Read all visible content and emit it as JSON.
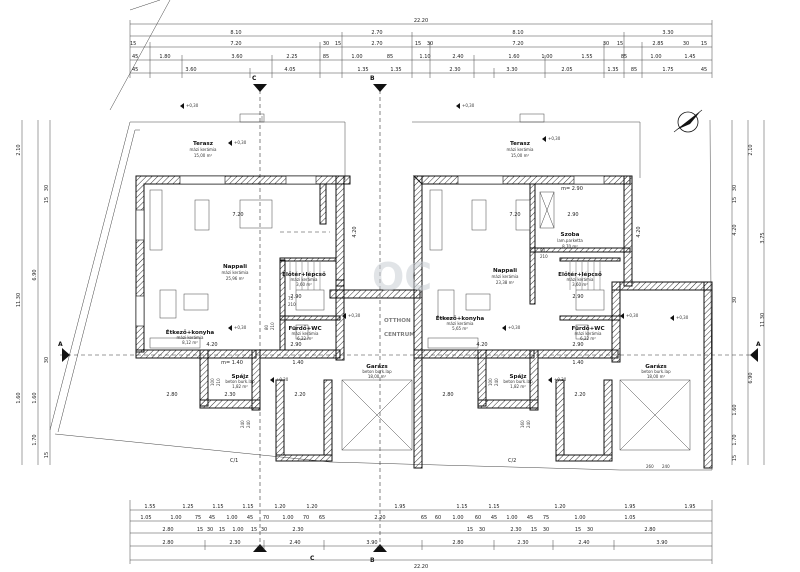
{
  "colors": {
    "line": "#111111",
    "accent": "#555555",
    "watermark": "#cfd4d8"
  },
  "dims": {
    "top": {
      "total": "22.20",
      "row1": [
        "8.10",
        "2.70",
        "8.10",
        "3.30"
      ],
      "row2": [
        "15",
        "7.20",
        "30",
        "15",
        "2.70",
        "15",
        "30",
        "7.20",
        "30",
        "15",
        "2.85",
        "30",
        "15"
      ],
      "row3": [
        "45",
        "1.80",
        "3.60",
        "2.25",
        "85",
        "1.00",
        "85",
        "1.10",
        "2.40",
        "1.60",
        "1.00",
        "1.55",
        "85",
        "1.00",
        "1.45"
      ],
      "row4": [
        "45",
        "3.60",
        "4.05",
        "1.35",
        "1.35",
        "2.30",
        "3.30",
        "2.05",
        "1.35",
        "85",
        "1.75",
        "45"
      ]
    },
    "bottom": {
      "row1": [
        "1.55",
        "1.25",
        "1.15",
        "1.15",
        "1.20",
        "1.20",
        "1.95",
        "1.15",
        "1.15",
        "1.20",
        "1.95",
        "1.95"
      ],
      "row2": [
        "1.05",
        "1.00",
        "75",
        "45",
        "1.00",
        "45",
        "70",
        "1.00",
        "70",
        "65",
        "2.20",
        "65",
        "60",
        "1.00",
        "60",
        "45",
        "1.00",
        "45",
        "75",
        "1.00",
        "1.05"
      ],
      "row3": [
        "2.80",
        "15",
        "30",
        "15",
        "1.00",
        "15",
        "30",
        "2.30",
        "15",
        "30",
        "2.30",
        "15",
        "30",
        "15",
        "30",
        "2.80"
      ],
      "row4": [
        "2.80",
        "2.30",
        "2.40",
        "3.90",
        "2.80",
        "2.30",
        "2.40",
        "3.90"
      ],
      "total": "22.20"
    },
    "left": [
      "2.10",
      "30",
      "15",
      "6.90",
      "11.30",
      "30",
      "1.60",
      "1.60",
      "1.70",
      "15"
    ],
    "right": [
      "2.10",
      "30",
      "15",
      "3.75",
      "4.20",
      "11.30",
      "6.90",
      "1.60",
      "1.70",
      "15",
      "30"
    ]
  },
  "rooms": [
    {
      "name": "Terasz",
      "material": "mázi kerámia",
      "area": "15,00 m²"
    },
    {
      "name": "Terasz",
      "material": "mázi kerámia",
      "area": "15,00 m²"
    },
    {
      "name": "Nappali",
      "material": "mázi kerámia",
      "area": "25,96 m²"
    },
    {
      "name": "Nappali",
      "material": "mázi kerámia",
      "area": "23,38 m²"
    },
    {
      "name": "Szoba",
      "material": "lam.parketta",
      "area": "8,70 m²"
    },
    {
      "name": "Előtér+lépcső",
      "material": "mázi kerámia",
      "area": "3,60 m²"
    },
    {
      "name": "Előtér+lépcső",
      "material": "mázi kerámia",
      "area": "3,60 m²"
    },
    {
      "name": "Étkező+konyha",
      "material": "mázi kerámia",
      "area": "8,12 m²"
    },
    {
      "name": "Étkező+konyha",
      "material": "mázi kerámia",
      "area": "5,65 m²"
    },
    {
      "name": "Fürdő+WC",
      "material": "mázi kerámia",
      "area": "6,22 m²"
    },
    {
      "name": "Fürdő+WC",
      "material": "mázi kerámia",
      "area": "6,22 m²"
    },
    {
      "name": "Garázs",
      "material": "beton burk.lap",
      "area": "18,00 m²"
    },
    {
      "name": "Garázs",
      "material": "beton burk.lap",
      "area": "18,00 m²"
    },
    {
      "name": "Spájz",
      "material": "beton burk.lap",
      "area": "1,82 m²"
    },
    {
      "name": "Spájz",
      "material": "beton burk.lap",
      "area": "1,82 m²"
    }
  ],
  "levels": [
    "+0,30",
    "+0,30",
    "+0,30",
    "+0,30",
    "+0,30",
    "+0,30",
    "+0,30",
    "+0,30",
    "+0,30",
    "+0,30",
    "+0,30"
  ],
  "inner": {
    "w1": "7.20",
    "w2": "7.20",
    "w3": "2.90",
    "w4": "4.20",
    "w5": "4.20",
    "w6": "4.20",
    "w7": "4.20",
    "w8": "2.90",
    "w9": "2.90",
    "w10": "2.90",
    "w11": "2.90",
    "w12": "2.80",
    "w13": "2.30",
    "w14": "2.20",
    "w15": "2.80",
    "w16": "2.20",
    "w17": "1.40",
    "w18": "1.40",
    "m1": "m= 1.40",
    "m2": "m= 2.90"
  },
  "sections": {
    "A": "A",
    "B": "B",
    "C": "C",
    "C1": "C/1",
    "C2": "C/2"
  },
  "watermark": {
    "line1": "OTTHON",
    "line2": "CENTRUM"
  },
  "door_codes": [
    "100",
    "210",
    "75",
    "210",
    "90",
    "210",
    "80",
    "210",
    "240",
    "240",
    "260",
    "240",
    "100",
    "240",
    "160",
    "240"
  ]
}
